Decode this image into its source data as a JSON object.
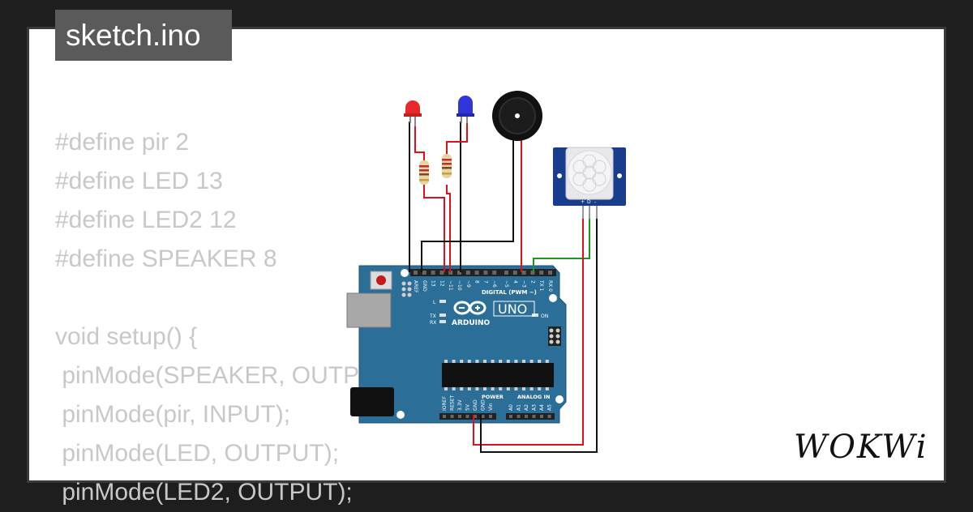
{
  "header": {
    "filename": "sketch.ino"
  },
  "code_lines": [
    "#define pir 2",
    "#define LED 13",
    "#define LED2 12",
    "#define SPEAKER 8",
    "",
    "void setup() {",
    " pinMode(SPEAKER, OUTPUT);",
    " pinMode(pir, INPUT);",
    " pinMode(LED, OUTPUT);",
    " pinMode(LED2, OUTPUT);"
  ],
  "board": {
    "model": "UNO",
    "brand": "ARDUINO",
    "labels": {
      "digital": "DIGITAL (PWM ~)",
      "power": "POWER",
      "analog": "ANALOG IN",
      "l": "L",
      "tx": "TX",
      "rx": "RX",
      "on": "ON"
    },
    "top_pins": [
      "AREF",
      "GND",
      "13",
      "12",
      "~11",
      "~10",
      "~9",
      "8",
      "7",
      "~6",
      "~5",
      "4",
      "~3",
      "2",
      "TX 1",
      "RX 0"
    ],
    "bottom_power_pins": [
      "IOREF",
      "RESET",
      "3.3V",
      "5V",
      "GND",
      "GND",
      "Vin"
    ],
    "bottom_analog_pins": [
      "A0",
      "A1",
      "A2",
      "A3",
      "A4",
      "A5"
    ]
  },
  "pir_sensor": {
    "pin_labels": [
      "+",
      "D",
      "-"
    ]
  },
  "brand_logo": "WOKWi",
  "colors": {
    "board": "#2b6e97",
    "led_red": "#e8282a",
    "led_blue": "#2f35d8",
    "wire_red": "#e0101a",
    "wire_black": "#111111",
    "wire_green": "#1a9a1a",
    "sensor": "#1a3c8c"
  }
}
